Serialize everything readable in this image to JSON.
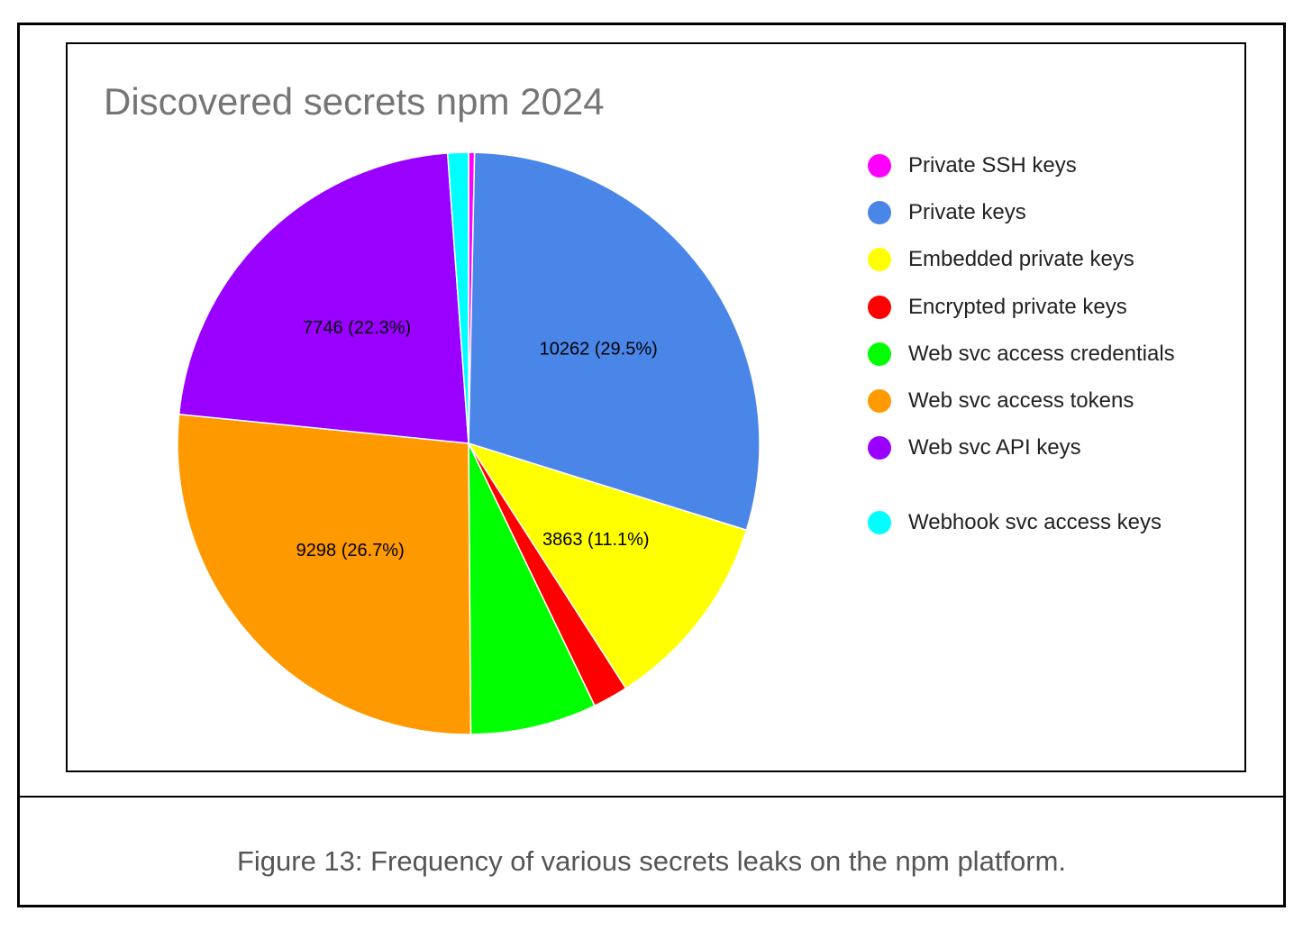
{
  "chart_data": {
    "type": "pie",
    "title": "Discovered secrets npm 2024",
    "slices": [
      {
        "name": "Private SSH keys",
        "value": 115,
        "color": "#FF00FF",
        "label": ""
      },
      {
        "name": "Private keys",
        "value": 10262,
        "color": "#4A86E8",
        "label": "10262 (29.5%)"
      },
      {
        "name": "Embedded private keys",
        "value": 3863,
        "color": "#FFFF00",
        "label": "3863 (11.1%)"
      },
      {
        "name": "Encrypted private keys",
        "value": 680,
        "color": "#FF0000",
        "label": ""
      },
      {
        "name": "Web svc access credentials",
        "value": 2440,
        "color": "#00FF00",
        "label": ""
      },
      {
        "name": "Web svc access tokens",
        "value": 9298,
        "color": "#FF9900",
        "label": "9298 (26.7%)"
      },
      {
        "name": "Web svc API keys",
        "value": 7746,
        "color": "#9900FF",
        "label": "7746 (22.3%)"
      },
      {
        "name": "Webhook svc access keys",
        "value": 400,
        "color": "#00FFFF",
        "label": ""
      }
    ],
    "legend_position": "right"
  },
  "caption": "Figure 13: Frequency of various secrets leaks on the npm platform."
}
